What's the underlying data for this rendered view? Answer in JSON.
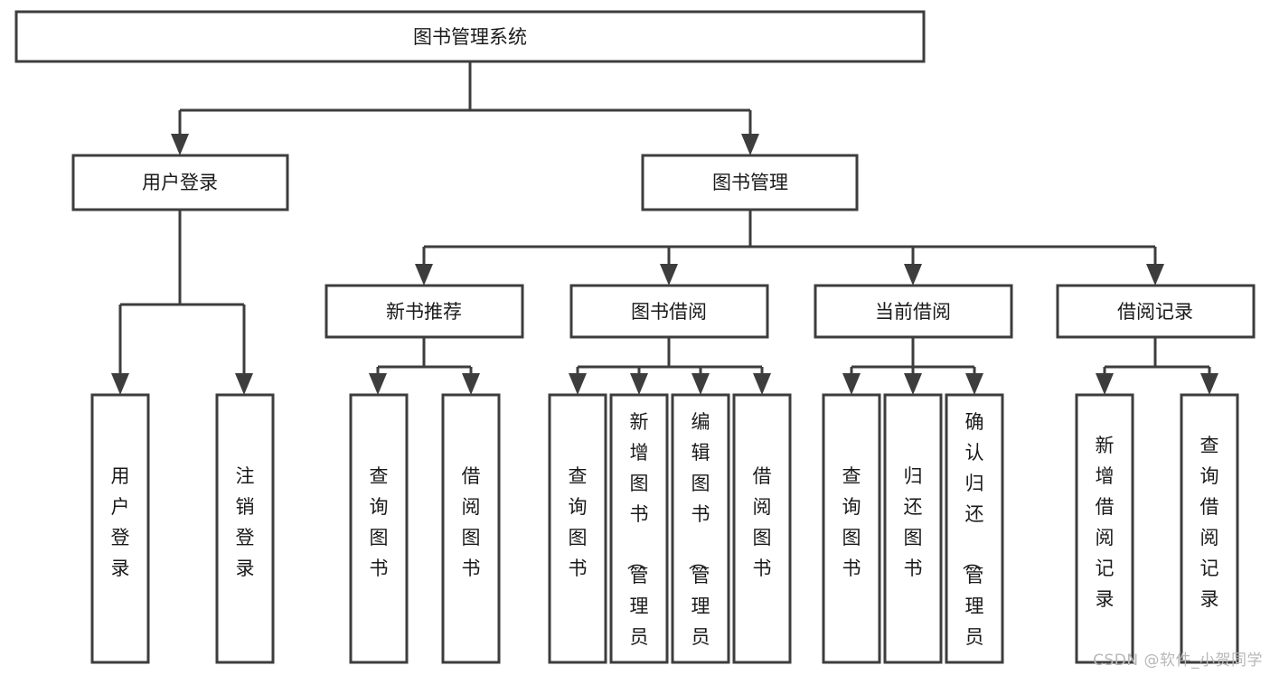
{
  "diagram": {
    "type": "tree",
    "title": "图书管理系统",
    "orientation": "top-down",
    "colors": {
      "box_stroke": "#3d3d3d",
      "box_fill": "#ffffff",
      "connector": "#3d3d3d",
      "text": "#1a1a1a",
      "background": "#ffffff",
      "watermark": "#b8b8b8"
    },
    "root": {
      "label": "图书管理系统"
    },
    "level2": [
      {
        "label": "用户登录"
      },
      {
        "label": "图书管理"
      }
    ],
    "level3": [
      {
        "label": "新书推荐"
      },
      {
        "label": "图书借阅"
      },
      {
        "label": "当前借阅"
      },
      {
        "label": "借阅记录"
      }
    ],
    "leaves": {
      "user_login": [
        {
          "label": "用户登录"
        },
        {
          "label": "注销登录"
        }
      ],
      "new_book_recommend": [
        {
          "label": "查询图书"
        },
        {
          "label": "借阅图书"
        }
      ],
      "book_borrow": [
        {
          "label": "查询图书"
        },
        {
          "label": "新增图书（管理员）"
        },
        {
          "label": "编辑图书（管理员）"
        },
        {
          "label": "借阅图书"
        }
      ],
      "current_borrow": [
        {
          "label": "查询图书"
        },
        {
          "label": "归还图书"
        },
        {
          "label": "确认归还（管理员）"
        }
      ],
      "borrow_record": [
        {
          "label": "新增借阅记录"
        },
        {
          "label": "查询借阅记录"
        }
      ]
    }
  },
  "watermark": {
    "text": "CSDN @软件_小贺同学"
  }
}
